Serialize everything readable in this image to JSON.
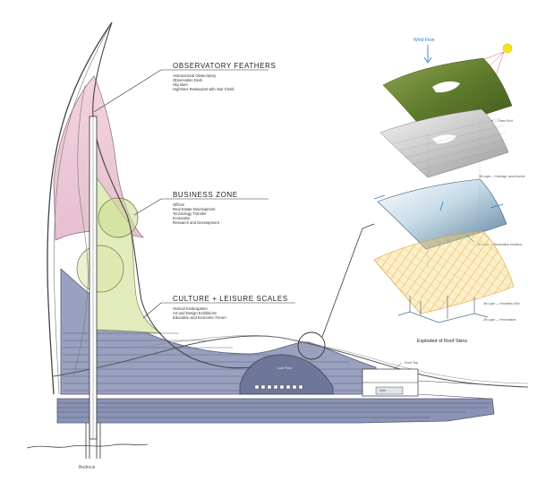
{
  "labels": {
    "observatory": {
      "title": "OBSERVATORY FEATHERS",
      "items": [
        "Astronomical Observatory",
        "Observation Deck",
        "Sky Bars",
        "Highrises Restaurant with Star Chefs"
      ]
    },
    "business": {
      "title": "BUSINESS  ZONE",
      "items": [
        "Offices",
        "Real Estate Development",
        "Technology Transfer",
        "Innovation",
        "Research and Development"
      ]
    },
    "culture": {
      "title": "CULTURE + LEISURE SCALES",
      "items": [
        "Vertical Kindergarten",
        "Art and Design Exhibitions",
        "Education and Economic Forum"
      ]
    },
    "bedrock": "Bedrock",
    "low_flow": "Low Flow",
    "roof_top": "Roof Top",
    "inlet": "Inlet",
    "exploded_caption": "Exploded of Roof Skins",
    "wind_flow": "Wind Flow",
    "layers": [
      "6th Layer — Green Roof",
      "5th Layer — Drainage, sound barrier",
      "4th Layer — Temperature insulation",
      "3th Layer — Parametric Skin",
      "2th Layer — Performative"
    ]
  },
  "colors": {
    "pink": "#ecc6d4",
    "green": "#dfe9b8",
    "slate": "#8d95b6",
    "slate_dark": "#6f779a",
    "grass": "#6f8a3a",
    "sun": "#f3e21e",
    "wind": "#2a7fd6",
    "skin": "#f0c24a"
  }
}
